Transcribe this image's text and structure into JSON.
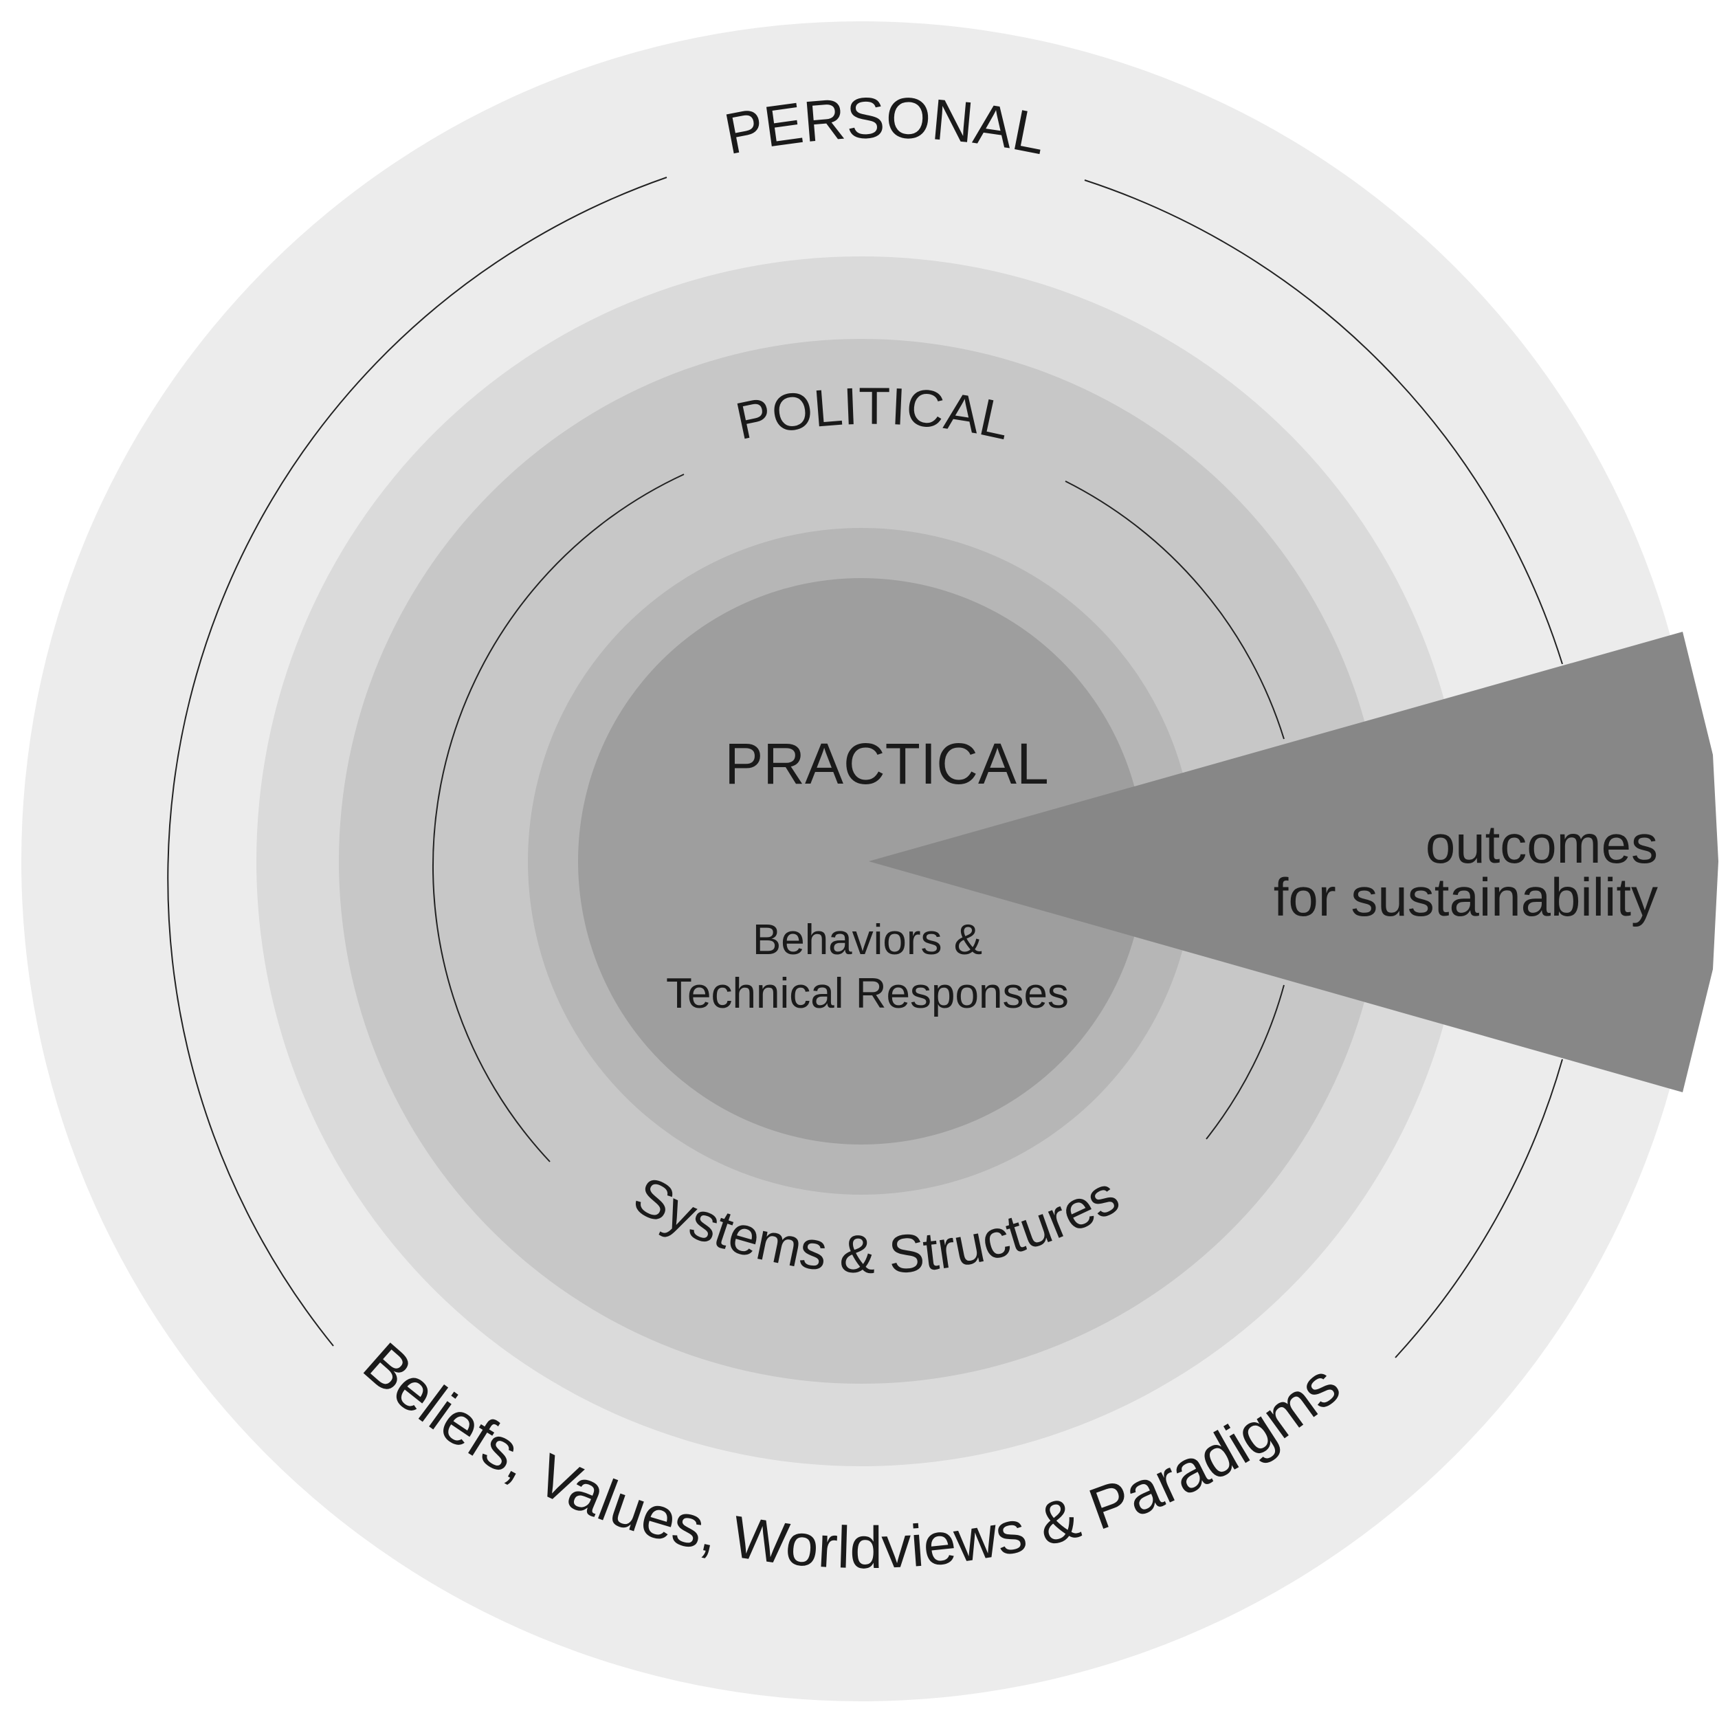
{
  "spheres": {
    "personal": {
      "title": "PERSONAL",
      "subtitle": "Beliefs, Values, Worldviews & Paradigms",
      "color": "#ececec"
    },
    "political": {
      "title": "POLITICAL",
      "subtitle": "Systems & Structures",
      "color_outer": "#dadada",
      "color_inner": "#c7c7c7"
    },
    "practical": {
      "title": "PRACTICAL",
      "subtitle_line1": "Behaviors &",
      "subtitle_line2": "Technical Responses",
      "color_outer": "#b6b6b6",
      "color_inner": "#9e9e9e"
    }
  },
  "outcomes": {
    "line1": "outcomes",
    "line2": "for sustainability",
    "color": "#878787"
  }
}
